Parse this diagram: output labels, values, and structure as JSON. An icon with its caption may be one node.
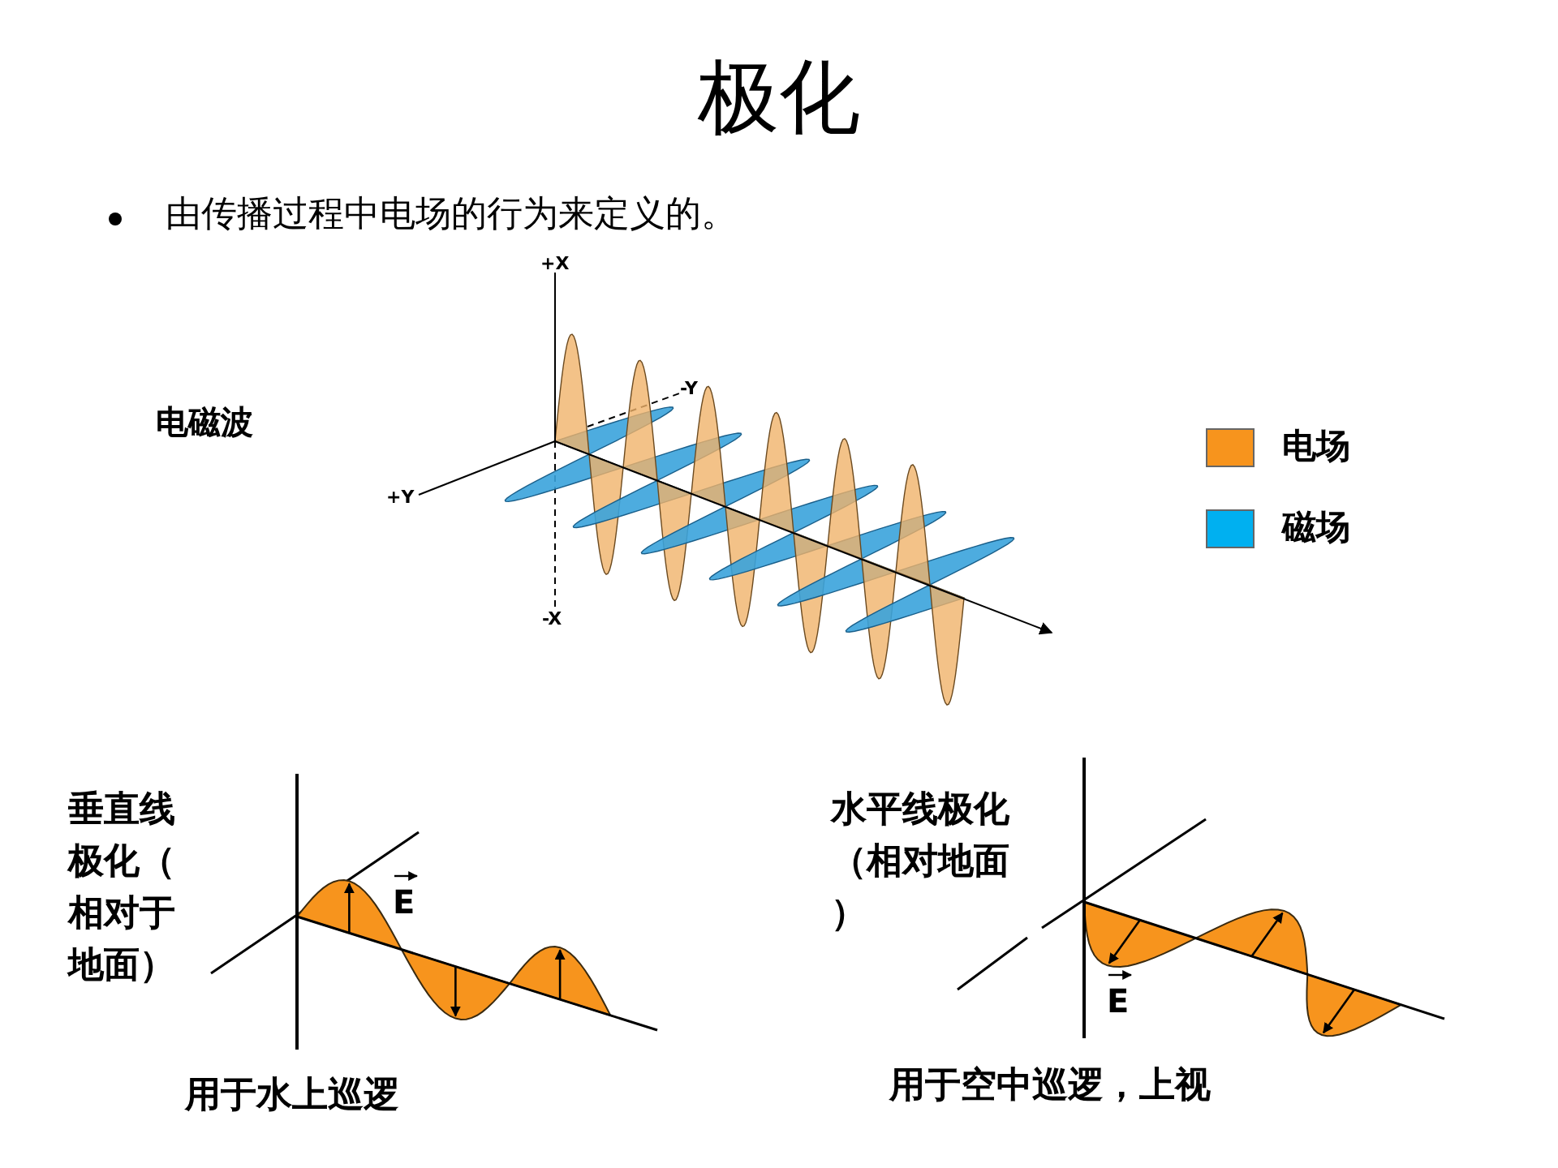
{
  "diagram": {
    "title": "极化",
    "labels": [
      "由传播过程中电场的行为来定义的。",
      "+X",
      "-Y",
      "电磁波",
      "+Y",
      "-X",
      "垂直线极化（相对于地面）",
      "水平线极化（相对地面）",
      "E",
      "E",
      "用于水上巡逻",
      "用于空中巡逻，上视"
    ],
    "legend": [
      {
        "text": "电场",
        "color": "#f7941d"
      },
      {
        "text": "磁场",
        "color": "#00b0f0"
      }
    ]
  }
}
